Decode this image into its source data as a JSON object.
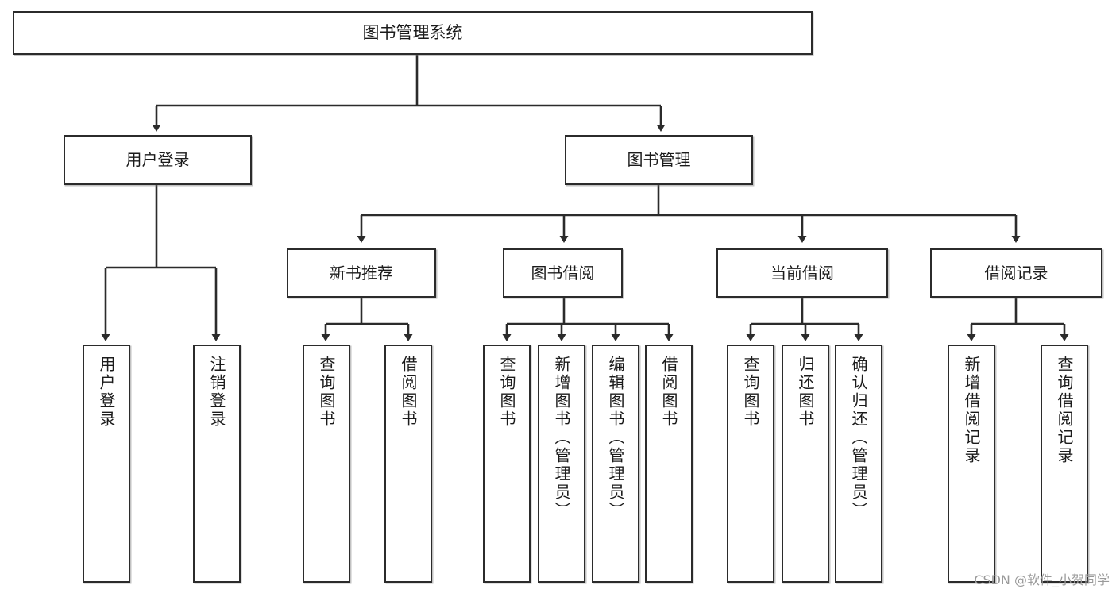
{
  "diagram": {
    "title": "图书管理系统",
    "type": "tree",
    "root": {
      "label": "图书管理系统"
    },
    "level1": [
      {
        "label": "用户登录"
      },
      {
        "label": "图书管理"
      }
    ],
    "level2": [
      {
        "label": "新书推荐"
      },
      {
        "label": "图书借阅"
      },
      {
        "label": "当前借阅"
      },
      {
        "label": "借阅记录"
      }
    ],
    "leaves": {
      "user_login": [
        {
          "label": "用户登录"
        },
        {
          "label": "注销登录"
        }
      ],
      "new_book_recommend": [
        {
          "label": "查询图书"
        },
        {
          "label": "借阅图书"
        }
      ],
      "book_borrow": [
        {
          "label": "查询图书"
        },
        {
          "label": "新增图书（管理员）"
        },
        {
          "label": "编辑图书（管理员）"
        },
        {
          "label": "借阅图书"
        }
      ],
      "current_borrow": [
        {
          "label": "查询图书"
        },
        {
          "label": "归还图书"
        },
        {
          "label": "确认归还（管理员）"
        }
      ],
      "borrow_record": [
        {
          "label": "新增借阅记录"
        },
        {
          "label": "查询借阅记录"
        }
      ]
    }
  },
  "watermark": {
    "text": "CSDN @软件_小贺同学"
  },
  "colors": {
    "stroke": "#2b2b2b",
    "background": "#ffffff",
    "text": "#1b1b1b",
    "watermark": "#9a9a9a"
  }
}
